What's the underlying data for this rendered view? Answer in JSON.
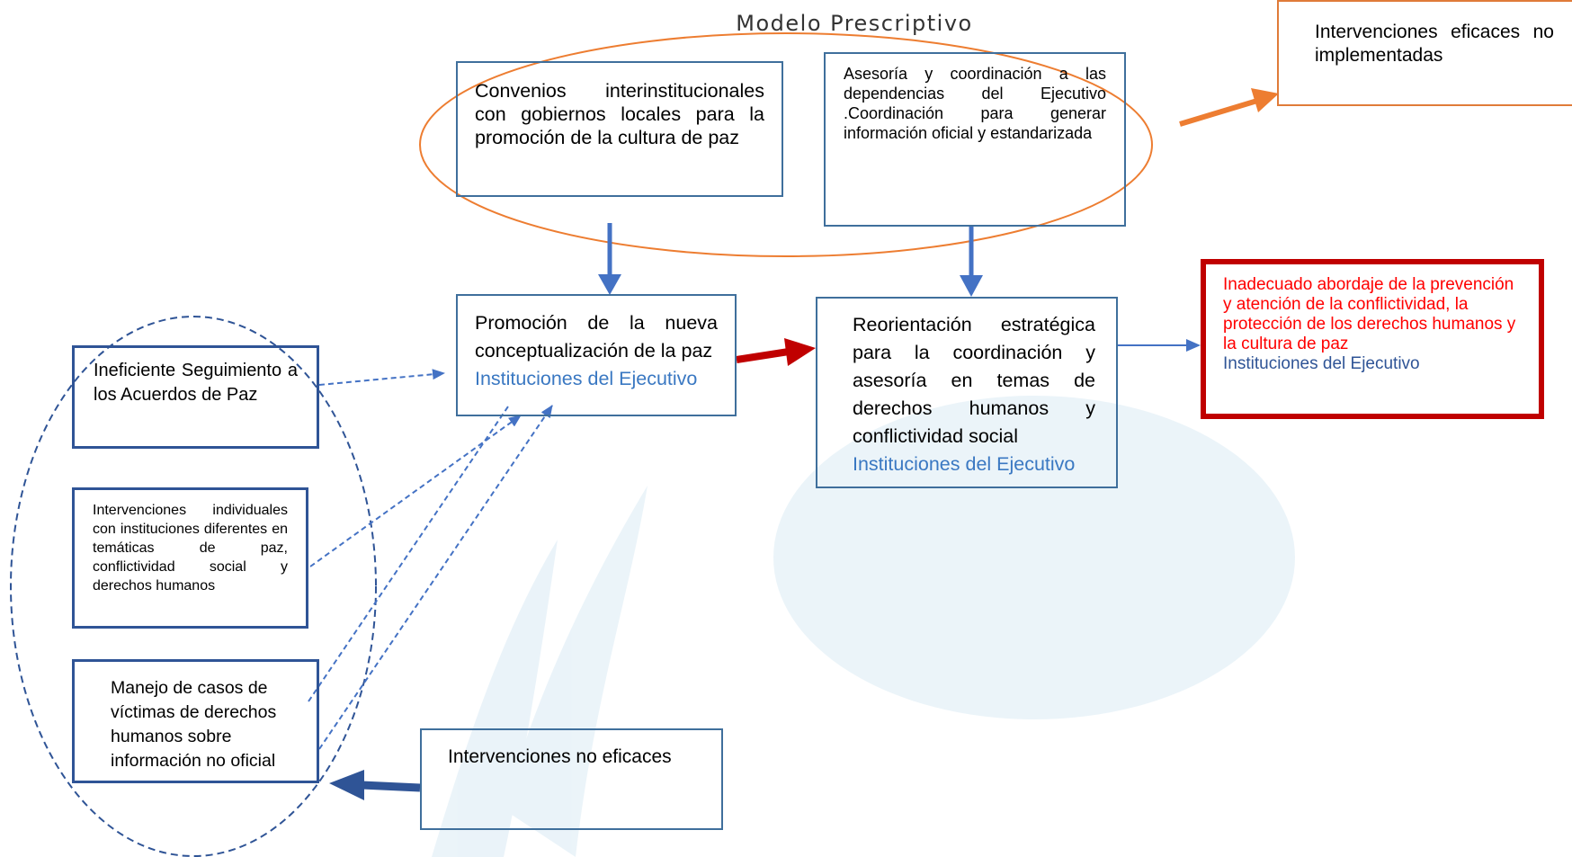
{
  "title": "Modelo Prescriptivo",
  "boxes": {
    "convenios": "Convenios interinstitucionales con gobiernos locales para la promoción de la cultura de paz",
    "asesoria": "Asesoría y coordinación a las dependencias del Ejecutivo .Coordinación para generar información oficial y estandarizada",
    "intervenciones_eficaces": "Intervenciones eficaces no implementadas",
    "promocion": {
      "text": "Promoción de la nueva conceptualización de la paz",
      "sub": "Instituciones del Ejecutivo"
    },
    "reorientacion": {
      "text": "Reorientación estratégica para la coordinación y asesoría en temas de derechos humanos y conflictividad social",
      "sub": "Instituciones del Ejecutivo"
    },
    "inadecuado": {
      "text": "Inadecuado abordaje de la prevención y atención de la conflictividad, la protección de los derechos humanos y la cultura de paz",
      "sub": "Instituciones del Ejecutivo"
    },
    "ineficiente": "Ineficiente Seguimiento a los Acuerdos de Paz",
    "individuales": "Intervenciones individuales con instituciones diferentes en temáticas de paz, conflictividad social y derechos humanos",
    "manejo": "Manejo de casos de víctimas de derechos humanos sobre información no oficial",
    "no_eficaces": "Intervenciones no eficaces"
  },
  "colors": {
    "box_border": "#3f6f9c",
    "orange": "#ed7d31",
    "arrow_blue": "#4472c4",
    "dark_blue": "#2f5496",
    "red_border": "#c00000",
    "red_text": "#ff0000",
    "sub_blue": "#3a78c2"
  }
}
